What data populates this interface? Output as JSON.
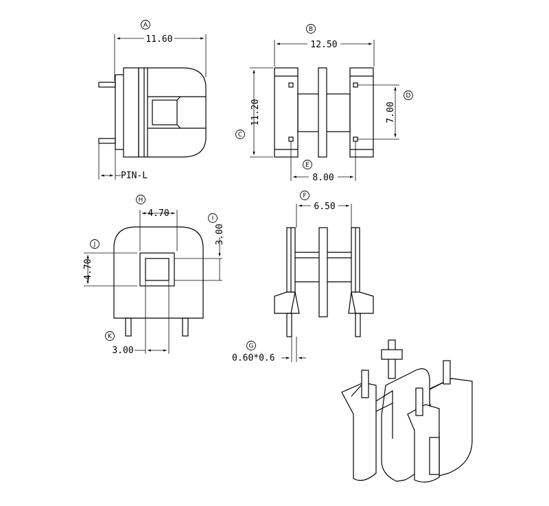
{
  "labels": {
    "A": "A",
    "B": "B",
    "C": "C",
    "D": "D",
    "E": "E",
    "F": "F",
    "G": "G",
    "H": "H",
    "I": "I",
    "J": "J",
    "K": "K"
  },
  "dimensions": {
    "A": "11.60",
    "B": "12.50",
    "C": "11.20",
    "D": "7.00",
    "E": "8.00",
    "F": "6.50",
    "G": "0.60*0.6",
    "H": "4.70",
    "I": "3.00",
    "J": "4.70",
    "K": "3.00",
    "pin": "PIN-L"
  }
}
